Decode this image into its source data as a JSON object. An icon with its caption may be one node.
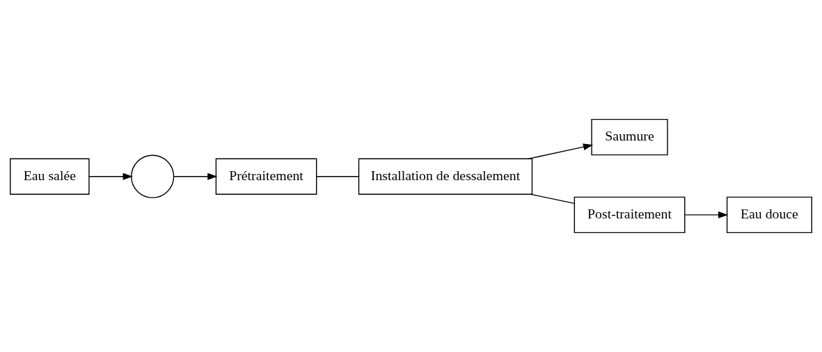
{
  "diagram": {
    "nodes": [
      {
        "text": [
          "Eau salée"
        ]
      },
      {
        "text": [],
        "shape": "circle"
      },
      {
        "text": [
          "Prétraitement"
        ]
      },
      {
        "text": [
          "Installation de dessalement"
        ]
      },
      {
        "text": [
          "Saumure"
        ]
      },
      {
        "text": [
          "Post-traitement"
        ]
      },
      {
        "text": [
          "Eau douce"
        ]
      }
    ],
    "edges": [
      {
        "from": 0,
        "to": 1,
        "arrow": "to"
      },
      {
        "from": 1,
        "to": 2,
        "arrow": "to"
      },
      {
        "from": 2,
        "to": 3,
        "arrow": "none"
      },
      {
        "from": 3,
        "to": 4,
        "arrow": "to"
      },
      {
        "from": 3,
        "to": 5,
        "arrow": "none"
      },
      {
        "from": 5,
        "to": 6,
        "arrow": "to"
      }
    ]
  }
}
